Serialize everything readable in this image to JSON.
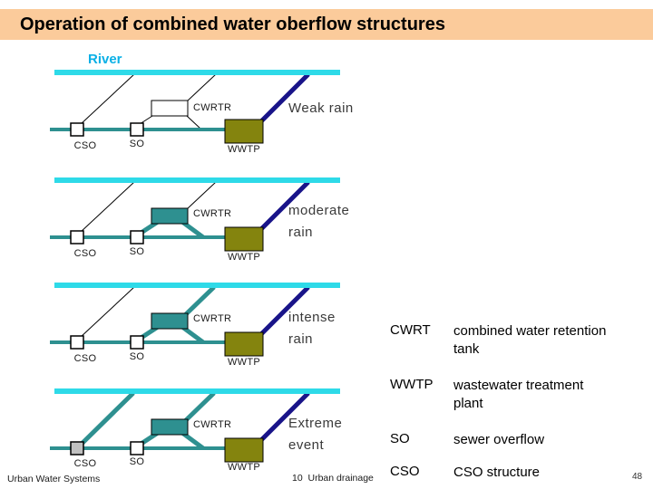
{
  "slide": {
    "title": "Operation of combined water oberflow structures",
    "page_number": "48"
  },
  "footer": {
    "course": "Urban Water Systems",
    "chapter": "10  Urban drainage"
  },
  "river_label": "River",
  "diagrams": [
    {
      "scenario": "weak rain",
      "rain_label": "Weak rain",
      "labels": {
        "cso": "CSO",
        "so": "SO",
        "cwrtr": "CWRTR",
        "wwtp": "WWTP"
      }
    },
    {
      "scenario": "moderate rain",
      "rain_label": "moderate\nrain",
      "labels": {
        "cso": "CSO",
        "so": "SO",
        "cwrtr": "CWRTR",
        "wwtp": "WWTP"
      }
    },
    {
      "scenario": "intense rain",
      "rain_label": "intense\nrain",
      "labels": {
        "cso": "CSO",
        "so": "SO",
        "cwrtr": "CWRTR",
        "wwtp": "WWTP"
      }
    },
    {
      "scenario": "extreme event",
      "rain_label": "Extreme\nevent",
      "labels": {
        "cso": "CSO",
        "so": "SO",
        "cwrtr": "CWRTR",
        "wwtp": "WWTP"
      }
    }
  ],
  "legend": {
    "items": [
      {
        "term": "CWRT",
        "definition": "combined water retention\ntank"
      },
      {
        "term": "WWTP",
        "definition": "wastewater treatment\nplant"
      },
      {
        "term": "SO",
        "definition": "sewer overflow"
      },
      {
        "term": "CSO",
        "definition": "CSO structure"
      }
    ]
  },
  "colors": {
    "title_bg": "#fbcb9b",
    "river": "#2edae8",
    "river_text": "#0ab0e6",
    "teal": "#2e9090",
    "khaki": "#84840e",
    "navy": "#191489",
    "gray_fill": "#c0c0c0",
    "rain_text": "#3a3a3a"
  }
}
